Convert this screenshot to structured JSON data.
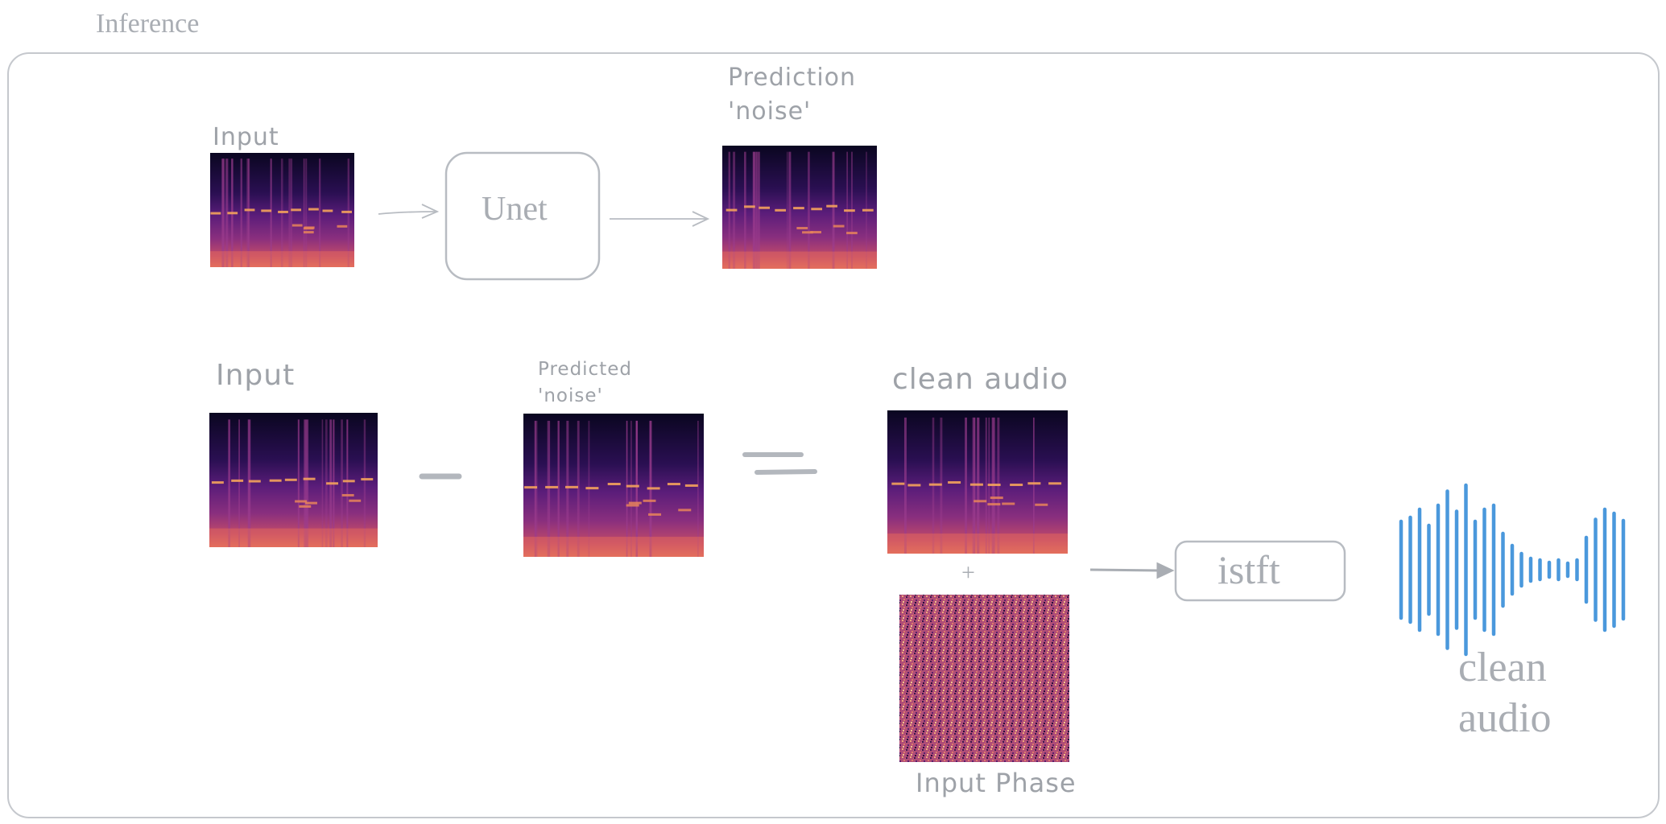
{
  "title": "Inference",
  "top_row": {
    "input_label": "Input",
    "model_label": "Unet",
    "prediction_label_line1": "Prediction",
    "prediction_label_line2": "'noise'"
  },
  "bottom_row": {
    "input_label": "Input",
    "predicted_label_line1": "Predicted",
    "predicted_label_line2": "'noise'",
    "clean_audio_label": "clean audio",
    "plus_symbol": "+",
    "input_phase_label": "Input Phase",
    "istft_label": "istft",
    "output_label_line1": "clean",
    "output_label_line2": "audio"
  },
  "colors": {
    "outline": "#b8bcc2",
    "text": "#a9adb3",
    "waveform": "#4a98dc",
    "spectrogram_dark": "#0d0829",
    "spectrogram_mid": "#7a2b82",
    "spectrogram_hot": "#f7a75c"
  },
  "icons": {
    "waveform": "waveform-icon",
    "spectrogram": "spectrogram-image",
    "phase": "phase-noise-image"
  }
}
